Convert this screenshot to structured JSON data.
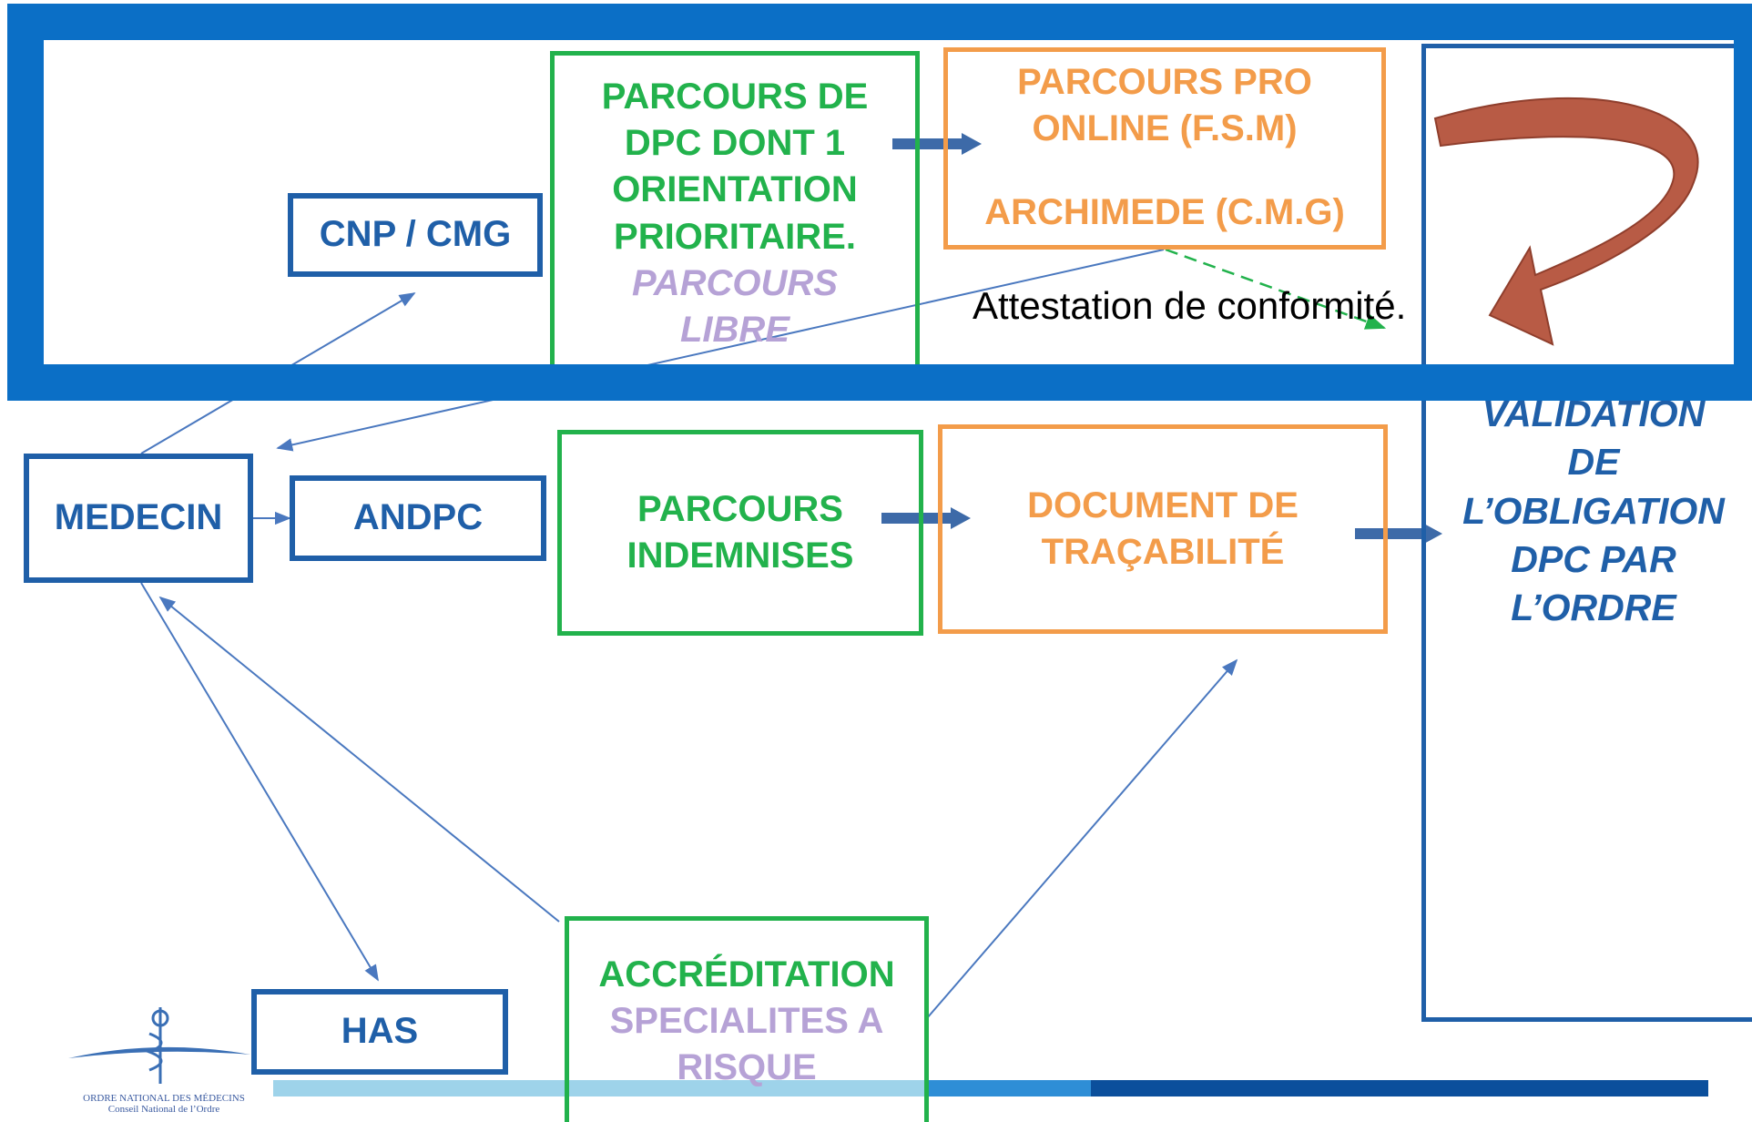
{
  "boxes": {
    "cnp_cmg": "CNP / CMG",
    "medecin": "MEDECIN",
    "andpc": "ANDPC",
    "has": "HAS",
    "parcours_dpc": [
      "PARCOURS DE",
      "DPC DONT 1",
      "ORIENTATION",
      "PRIORITAIRE."
    ],
    "parcours_libre": [
      "PARCOURS",
      "LIBRE"
    ],
    "parcours_pro": [
      "PARCOURS PRO",
      "ONLINE (F.S.M)"
    ],
    "archimede": "ARCHIMEDE (C.M.G)",
    "parcours_indemnises": [
      "PARCOURS",
      "INDEMNISES"
    ],
    "document_tracabilite": [
      "DOCUMENT DE",
      "TRAÇABILITÉ"
    ],
    "accreditation": "ACCRÉDITATION",
    "specialites": [
      "SPECIALITES A",
      "RISQUE"
    ],
    "validation": [
      "VALIDATION",
      "DE",
      "L’OBLIGATION",
      "DPC PAR",
      "L’ORDRE"
    ]
  },
  "attestation": "Attestation  de conformité.",
  "logo": {
    "line1": "Ordre National des Médecins",
    "line2": "Conseil National de l’Ordre"
  },
  "colors": {
    "blue": "#1f5fa8",
    "green": "#22b24c",
    "orange": "#f39c4a",
    "lilac": "#b6a2d6",
    "overlay_blue": "#0b6fc6",
    "curved_arrow": "#b85b45"
  }
}
